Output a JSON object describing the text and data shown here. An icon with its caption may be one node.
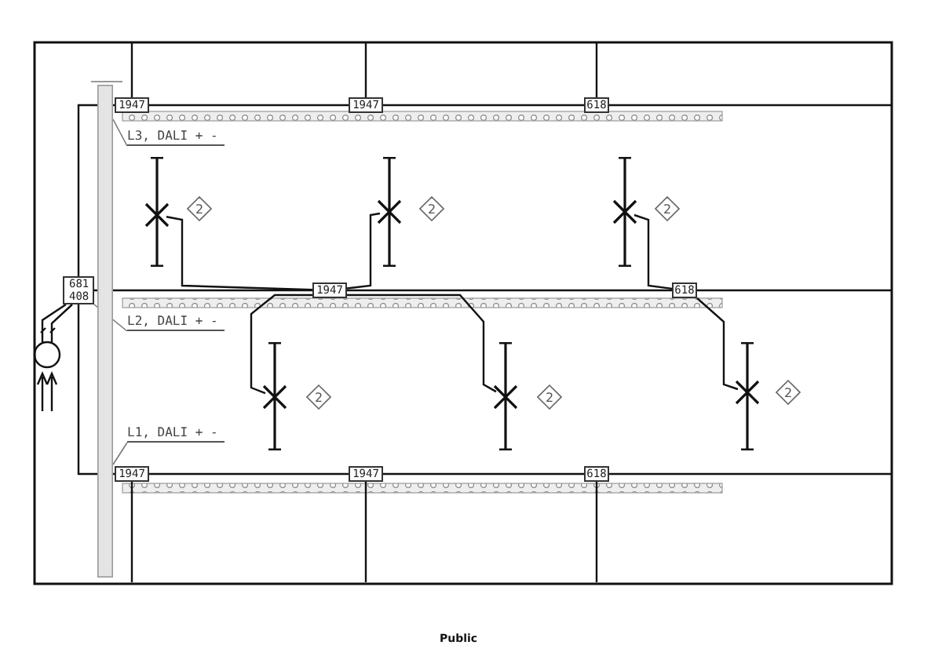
{
  "diagram": {
    "nodes": [
      {
        "text": [
          "1947"
        ]
      },
      {
        "text": [
          "1947"
        ]
      },
      {
        "text": [
          "618"
        ]
      },
      {
        "text": [
          "681 408"
        ]
      },
      {
        "text": [
          "1947"
        ]
      },
      {
        "text": [
          "618"
        ]
      },
      {
        "text": [
          "1947"
        ]
      },
      {
        "text": [
          "1947"
        ]
      },
      {
        "text": [
          "618"
        ]
      },
      {
        "text": [],
        "shape": "luminaire"
      },
      {
        "text": [],
        "shape": "luminaire"
      },
      {
        "text": [],
        "shape": "luminaire"
      },
      {
        "text": [],
        "shape": "luminaire"
      },
      {
        "text": [],
        "shape": "luminaire"
      },
      {
        "text": [],
        "shape": "luminaire"
      },
      {
        "text": [
          "2"
        ]
      },
      {
        "text": [
          "2"
        ]
      },
      {
        "text": [
          "2"
        ]
      },
      {
        "text": [
          "2"
        ]
      },
      {
        "text": [
          "2"
        ]
      },
      {
        "text": [
          "2"
        ]
      },
      {
        "text": [
          "L3, DALI + -"
        ]
      },
      {
        "text": [
          "L2, DALI + -"
        ]
      },
      {
        "text": [
          "L1, DALI + -"
        ]
      },
      {
        "text": [],
        "shape": "bar"
      }
    ],
    "edges": [
      {
        "from": 0,
        "to": 1,
        "arrow": "none"
      },
      {
        "from": 1,
        "to": 2,
        "arrow": "none"
      },
      {
        "from": 3,
        "to": 0,
        "arrow": "none"
      },
      {
        "from": 3,
        "to": 6,
        "arrow": "none"
      },
      {
        "from": 3,
        "to": 4,
        "arrow": "none"
      },
      {
        "from": 4,
        "to": 5,
        "arrow": "none"
      },
      {
        "from": 6,
        "to": 7,
        "arrow": "none"
      },
      {
        "from": 7,
        "to": 8,
        "arrow": "none"
      },
      {
        "from": 9,
        "to": 4,
        "arrow": "none"
      },
      {
        "from": 10,
        "to": 4,
        "arrow": "none"
      },
      {
        "from": 11,
        "to": 5,
        "arrow": "none"
      },
      {
        "from": 12,
        "to": 4,
        "arrow": "none"
      },
      {
        "from": 13,
        "to": 4,
        "arrow": "none"
      },
      {
        "from": 14,
        "to": 5,
        "arrow": "none"
      },
      {
        "from": 21,
        "to": 24,
        "arrow": "none",
        "color": "#777777"
      },
      {
        "from": 22,
        "to": 3,
        "arrow": "none",
        "color": "#777777"
      },
      {
        "from": 23,
        "to": 24,
        "arrow": "none",
        "color": "#777777"
      }
    ],
    "labels": [
      "Public"
    ]
  }
}
